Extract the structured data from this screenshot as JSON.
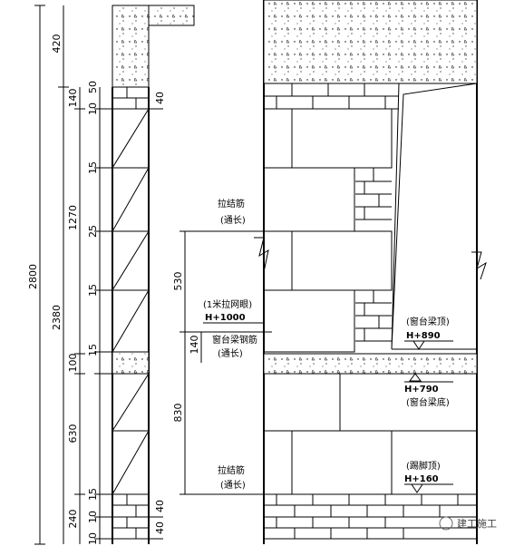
{
  "dimensions": {
    "total": "2800",
    "d420": "420",
    "d2380": "2380",
    "d140_top": "140",
    "d1270": "1270",
    "d100": "100",
    "d630": "630",
    "d240": "240",
    "d530": "530",
    "d140_mid": "140",
    "d830": "830",
    "seg_50": "50",
    "seg_10": "10",
    "seg_15": "15",
    "seg_25": "25",
    "seg_40": "40"
  },
  "notes": {
    "tie_bar_top": "拉结筋",
    "tie_bar_top_sub": "(通长)",
    "tie_bar_bottom": "拉结筋",
    "tie_bar_bottom_sub": "(通长)",
    "window_beam_rebar": "窗台梁钢筋",
    "window_beam_rebar_sub": "(通长)",
    "steel_mesh": "(1米拉网眼)",
    "sill_beam_top": "(窗台梁顶)",
    "sill_beam_bottom": "(窗台梁底)",
    "skirting_top": "(踢脚顶)"
  },
  "elevations": {
    "h1000": "H+1000",
    "h890": "H+890",
    "h790": "H+790",
    "h160": "H+160"
  },
  "watermark": {
    "text": "建工施工"
  },
  "colors": {
    "line": "#000000",
    "background": "#ffffff"
  }
}
